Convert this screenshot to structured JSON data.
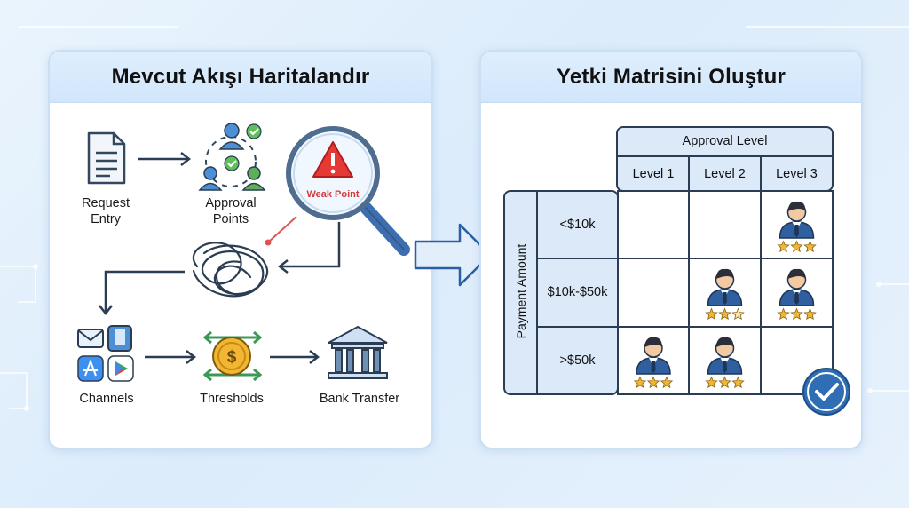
{
  "left_panel": {
    "title": "Mevcut Akışı Haritalandır",
    "steps": {
      "request_entry": "Request\nEntry",
      "approval_points": "Approval\nPoints",
      "weak_point": "Weak Point",
      "channels": "Channels",
      "thresholds": "Thresholds",
      "bank_transfer": "Bank Transfer"
    }
  },
  "right_panel": {
    "title": "Yetki Matrisini Oluştur",
    "matrix": {
      "column_group": "Approval Level",
      "columns": [
        "Level 1",
        "Level 2",
        "Level 3"
      ],
      "row_group": "Payment Amount",
      "rows": [
        "<$10k",
        "$10k-$50k",
        ">$50k"
      ],
      "cells": [
        [
          null,
          null,
          {
            "stars": 3
          }
        ],
        [
          null,
          {
            "stars": 3,
            "faded_last_star": true
          },
          {
            "stars": 3
          }
        ],
        [
          {
            "stars": 3
          },
          {
            "stars": 3
          },
          null
        ]
      ]
    }
  },
  "colors": {
    "accent": "#2f6db5",
    "warning": "#e53935",
    "gold": "#f2b632",
    "approve_green": "#4caf50"
  }
}
